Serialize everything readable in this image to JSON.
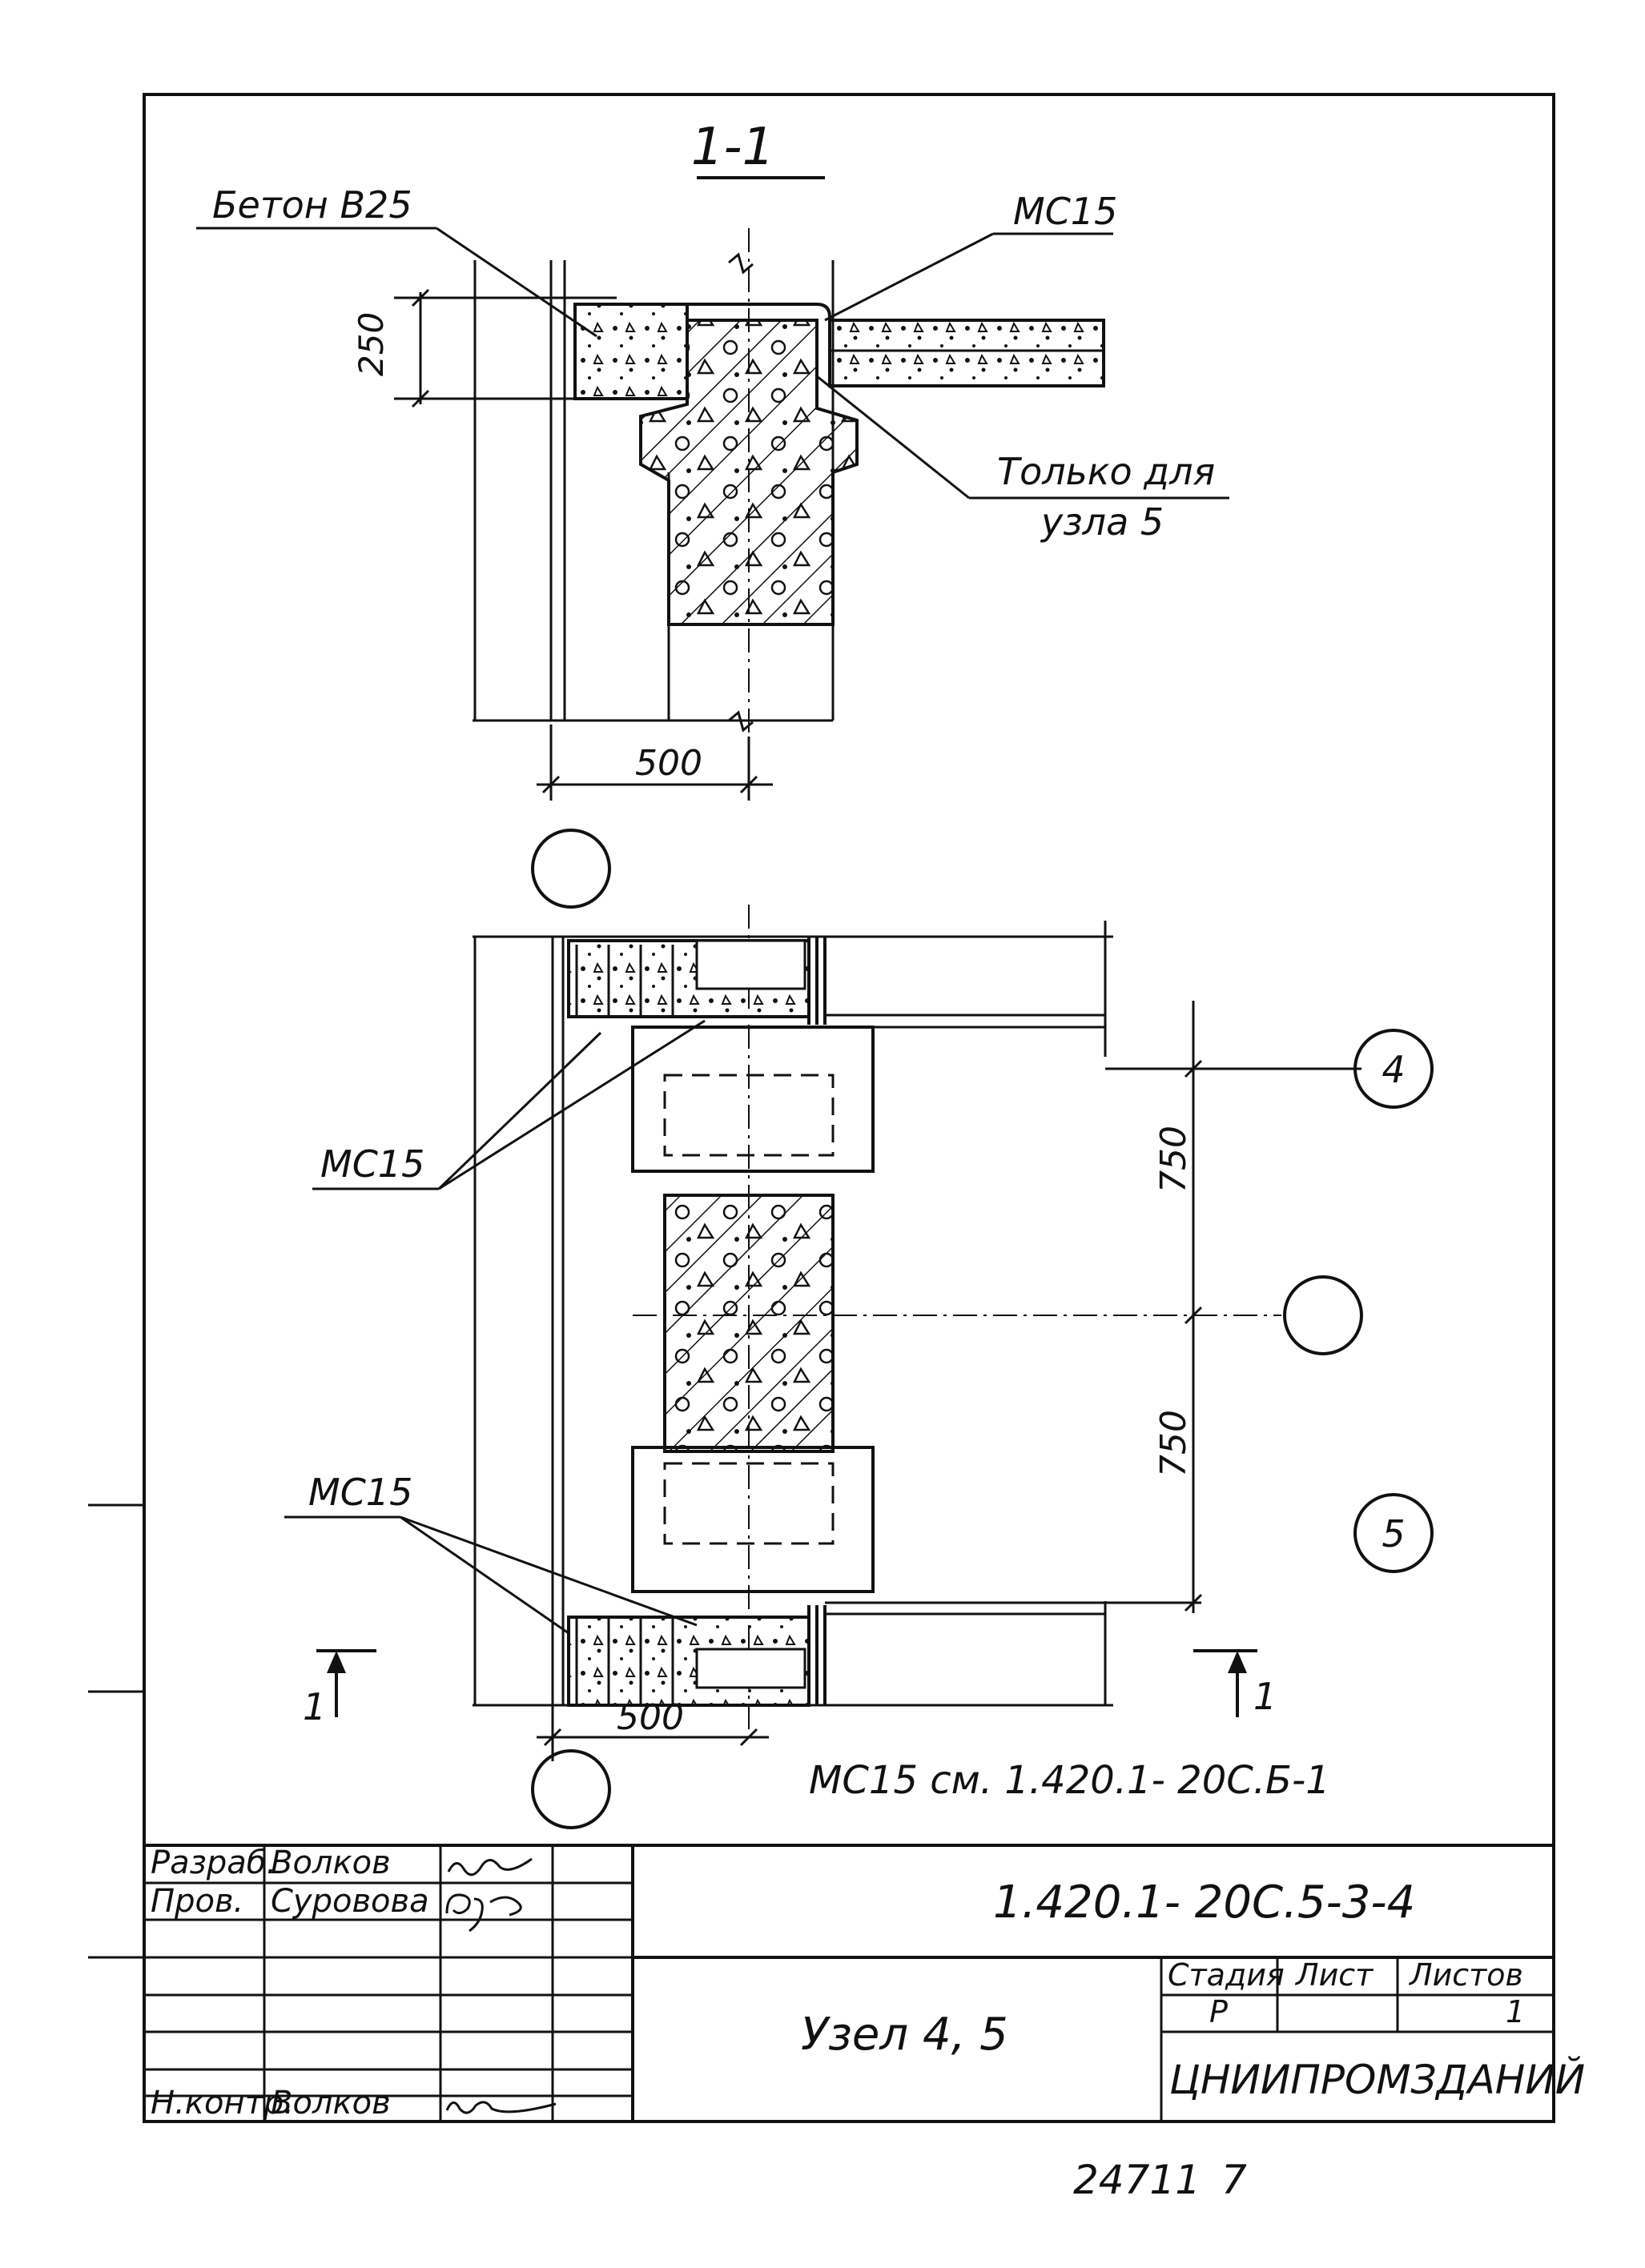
{
  "section": {
    "title": "1-1",
    "label_concrete": "Бетон В25",
    "label_mc15_top": "МС15",
    "label_only_for_line1": "Только для",
    "label_only_for_line2": "узла 5",
    "dim_height": "250",
    "dim_width": "500"
  },
  "plan": {
    "axis4": "4",
    "axis5": "5",
    "dim_750_upper": "750",
    "dim_750_lower": "750",
    "label_mc15_left_upper": "МС15",
    "label_mc15_left_lower": "МС15",
    "dim_width_bottom": "500",
    "cut_mark_left": "1",
    "cut_mark_right": "1",
    "reference_note": "МС15 см. 1.420.1- 20С.Б-1"
  },
  "title_block": {
    "role_developer": "Разраб.",
    "name_developer": "Волков",
    "role_checker": "Пров.",
    "name_checker": "Суровова",
    "role_normcontrol": "Н.контр.",
    "name_normcontrol": "Волков",
    "doc_code": "1.420.1- 20С.5-3-4",
    "sheet_title": "Узел 4, 5",
    "col_stage": "Стадия",
    "col_sheet": "Лист",
    "col_sheets": "Листов",
    "stage_value": "Р",
    "sheets_value": "1",
    "organization": "ЦНИИПРОМЗДАНИЙ"
  },
  "footer": {
    "inventory": "24711",
    "page": "7"
  }
}
